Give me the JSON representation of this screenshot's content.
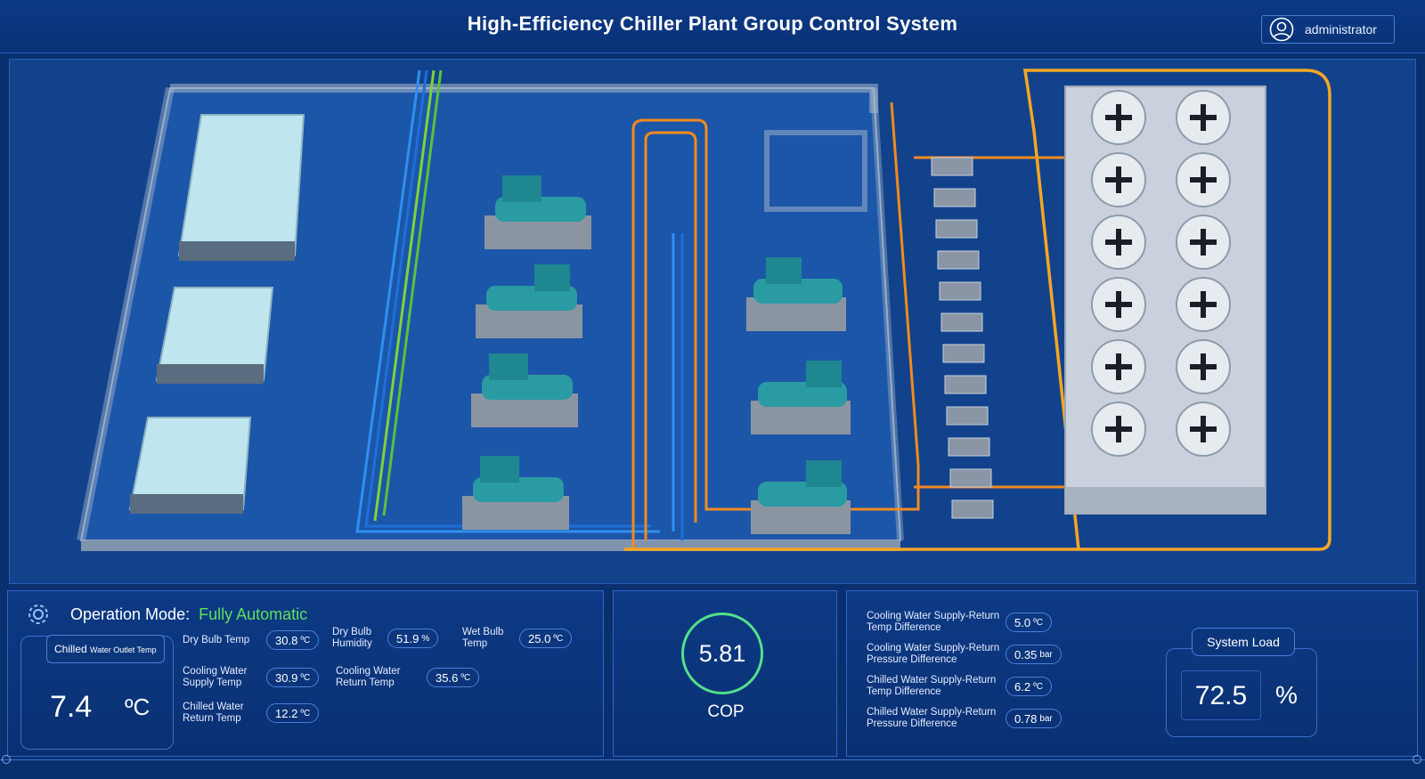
{
  "header": {
    "title": "High-Efficiency Chiller Plant Group Control System",
    "user": "administrator"
  },
  "operation": {
    "label": "Operation Mode:",
    "value": "Fully Automatic"
  },
  "chilled_outlet": {
    "label": "Chilled",
    "label_small": "Water Outlet Temp",
    "value": "7.4",
    "unit": "ºC"
  },
  "params_left": [
    {
      "label": "Dry Bulb Temp",
      "value": "30.8",
      "unit": "ºC"
    },
    {
      "label": "Dry Bulb Humidity",
      "value": "51.9",
      "unit": "%"
    },
    {
      "label": "Wet Bulb Temp",
      "value": "25.0",
      "unit": "ºC"
    },
    {
      "label": "Cooling Water Supply Temp",
      "value": "30.9",
      "unit": "ºC"
    },
    {
      "label": "Cooling Water Return Temp",
      "value": "35.6",
      "unit": "ºC"
    },
    {
      "label": "Chilled Water Return Temp",
      "value": "12.2",
      "unit": "ºC"
    }
  ],
  "cop": {
    "value": "5.81",
    "label": "COP"
  },
  "params_right": [
    {
      "label": "Cooling Water Supply-Return Temp Difference",
      "value": "5.0",
      "unit": "ºC"
    },
    {
      "label": "Cooling Water Supply-Return Pressure Difference",
      "value": "0.35",
      "unit": "bar"
    },
    {
      "label": "Chilled Water Supply-Return Temp Difference",
      "value": "6.2",
      "unit": "ºC"
    },
    {
      "label": "Chilled Water Supply-Return Pressure Difference",
      "value": "0.78",
      "unit": "bar"
    }
  ],
  "system_load": {
    "label": "System Load",
    "value": "72.5",
    "unit": "%"
  },
  "colors": {
    "accent_green": "#5fe05a",
    "cop_ring": "#53e08a",
    "border_blue": "#4a7fd8",
    "pipe_orange": "#f28a1e",
    "pipe_green": "#7fd23a",
    "pipe_blue": "#2f8ff0"
  },
  "icons": {
    "user": "user-circle-icon",
    "mode": "gear-icon"
  }
}
